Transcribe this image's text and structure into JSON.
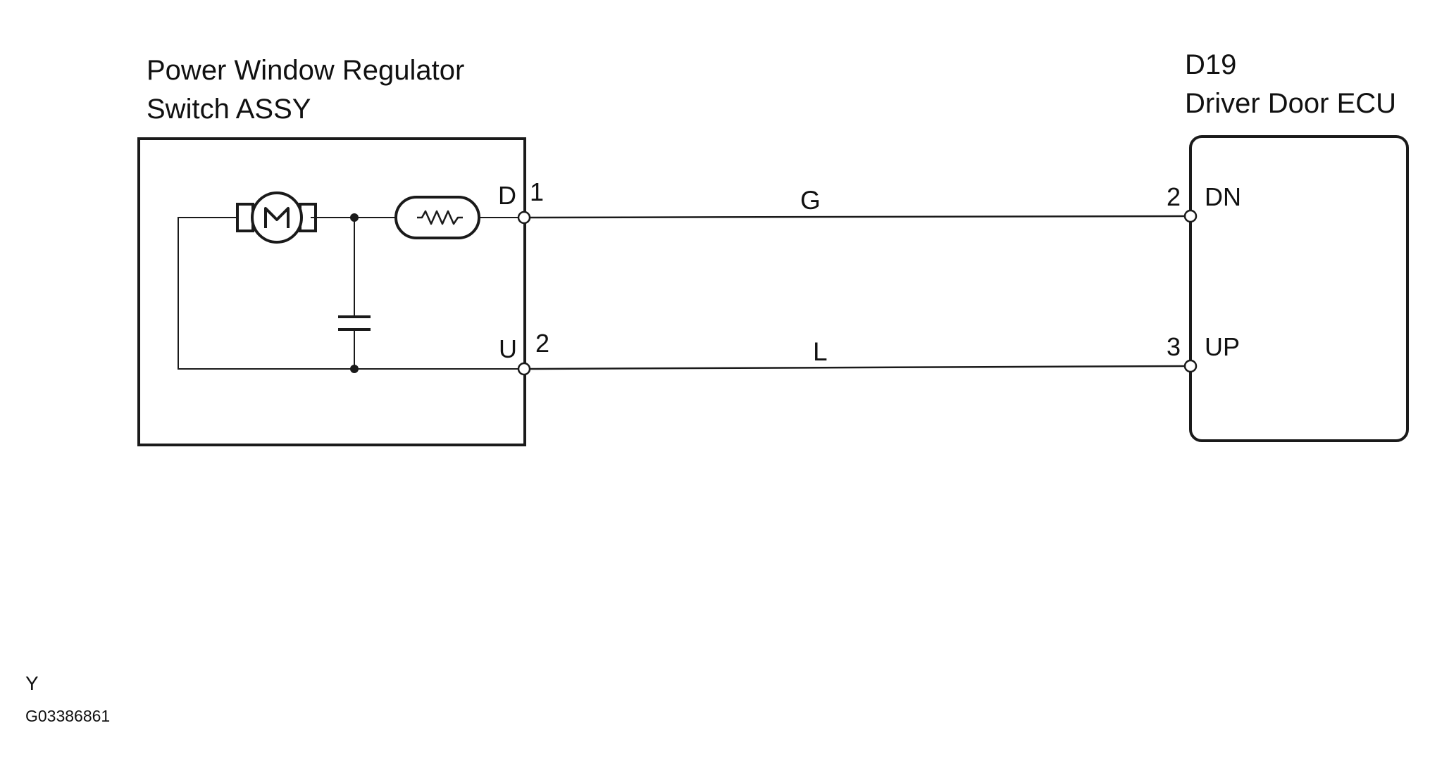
{
  "left_component": {
    "title_line1": "Power Window Regulator",
    "title_line2": "Switch ASSY",
    "terminals": [
      {
        "name": "D",
        "pin": "1"
      },
      {
        "name": "U",
        "pin": "2"
      }
    ]
  },
  "right_component": {
    "connector_id": "D19",
    "title": "Driver Door ECU",
    "terminals": [
      {
        "name": "DN",
        "pin": "2"
      },
      {
        "name": "UP",
        "pin": "3"
      }
    ]
  },
  "wires": [
    {
      "color_code": "G"
    },
    {
      "color_code": "L"
    }
  ],
  "footer": {
    "mark": "Y",
    "figure_id": "G03386861"
  }
}
